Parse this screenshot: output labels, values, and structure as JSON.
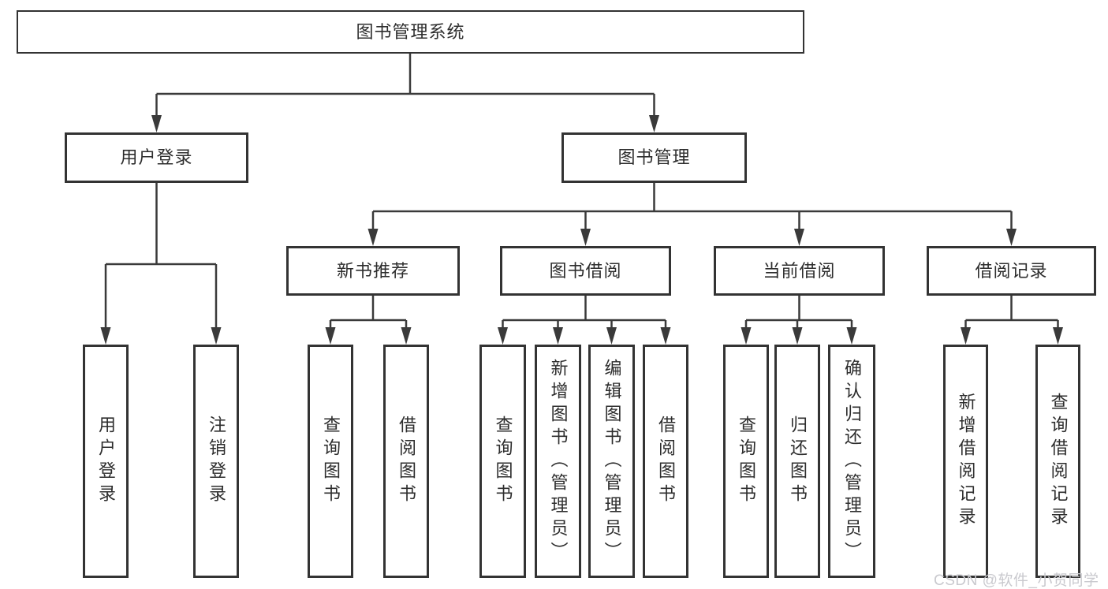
{
  "diagram": {
    "title": "图书管理系统",
    "colors": {
      "line": "#3a3a3a",
      "box_border": "#333333",
      "text": "#2d2d2d",
      "background": "#ffffff",
      "watermark": "#c9c9ce"
    }
  },
  "root": {
    "label": "图书管理系统"
  },
  "branches": [
    {
      "label": "用户登录",
      "leaves": [
        {
          "label": "用户登录"
        },
        {
          "label": "注销登录"
        }
      ]
    },
    {
      "label": "图书管理",
      "sections": [
        {
          "label": "新书推荐",
          "leaves": [
            {
              "label": "查询图书"
            },
            {
              "label": "借阅图书"
            }
          ]
        },
        {
          "label": "图书借阅",
          "leaves": [
            {
              "label": "查询图书"
            },
            {
              "label": "新增图书（管理员）"
            },
            {
              "label": "编辑图书（管理员）"
            },
            {
              "label": "借阅图书"
            }
          ]
        },
        {
          "label": "当前借阅",
          "leaves": [
            {
              "label": "查询图书"
            },
            {
              "label": "归还图书"
            },
            {
              "label": "确认归还（管理员）"
            }
          ]
        },
        {
          "label": "借阅记录",
          "leaves": [
            {
              "label": "新增借阅记录"
            },
            {
              "label": "查询借阅记录"
            }
          ]
        }
      ]
    }
  ],
  "watermark": {
    "text": "CSDN @软件_小贺同学"
  }
}
